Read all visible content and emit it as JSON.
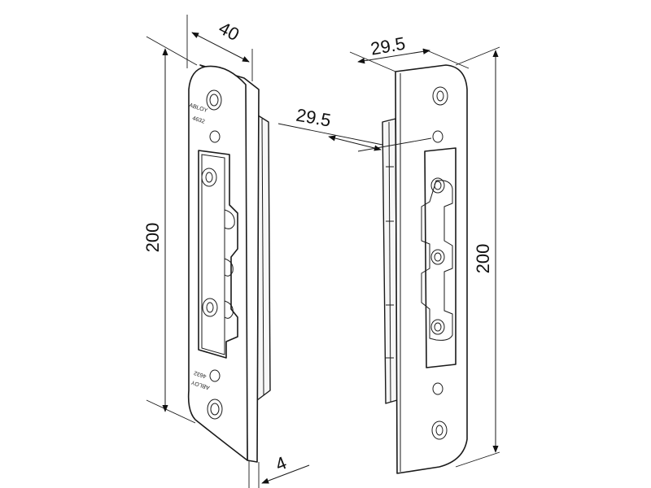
{
  "figure": {
    "left_view": {
      "engraving_top": [
        "ABLOY",
        "4632"
      ],
      "engraving_bottom": [
        "ABLOY",
        "4632"
      ],
      "dim_height": "200",
      "dim_width": "40",
      "dim_thickness": "4"
    },
    "right_view": {
      "dim_height": "200",
      "dim_width": "29.5",
      "dim_offset": "29.5"
    },
    "colors": {
      "line": "#1a1a1a",
      "background": "#ffffff"
    }
  }
}
